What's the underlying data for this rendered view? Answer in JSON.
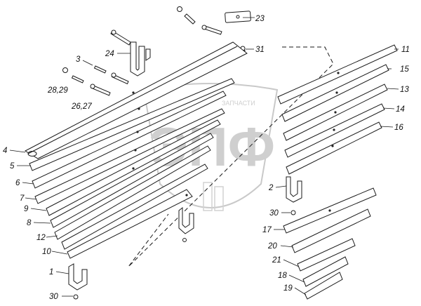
{
  "watermark": {
    "top_text": "ЗАПЧАСТИ",
    "letters": "ЭПФ"
  },
  "callouts": [
    {
      "id": "c23",
      "text": "23"
    },
    {
      "id": "c24",
      "text": "24"
    },
    {
      "id": "c31",
      "text": "31"
    },
    {
      "id": "c3",
      "text": "3"
    },
    {
      "id": "c28",
      "text": "28,29"
    },
    {
      "id": "c26",
      "text": "26,27"
    },
    {
      "id": "c4",
      "text": "4"
    },
    {
      "id": "c5",
      "text": "5"
    },
    {
      "id": "c6",
      "text": "6"
    },
    {
      "id": "c7",
      "text": "7"
    },
    {
      "id": "c9",
      "text": "9"
    },
    {
      "id": "c8",
      "text": "8"
    },
    {
      "id": "c12",
      "text": "12"
    },
    {
      "id": "c10",
      "text": "10"
    },
    {
      "id": "c1",
      "text": "1"
    },
    {
      "id": "c30a",
      "text": "30"
    },
    {
      "id": "c11",
      "text": "11"
    },
    {
      "id": "c15",
      "text": "15"
    },
    {
      "id": "c13",
      "text": "13"
    },
    {
      "id": "c14",
      "text": "14"
    },
    {
      "id": "c16",
      "text": "16"
    },
    {
      "id": "c2",
      "text": "2"
    },
    {
      "id": "c30b",
      "text": "30"
    },
    {
      "id": "c17",
      "text": "17"
    },
    {
      "id": "c20",
      "text": "20"
    },
    {
      "id": "c21",
      "text": "21"
    },
    {
      "id": "c18",
      "text": "18"
    },
    {
      "id": "c19",
      "text": "19"
    }
  ]
}
